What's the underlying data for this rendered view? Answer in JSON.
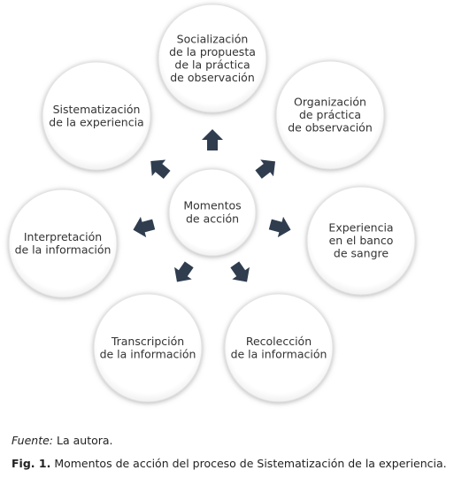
{
  "center": {
    "lines": [
      "Momentos",
      "de acción"
    ]
  },
  "nodes": [
    {
      "id": "socializacion",
      "lines": [
        "Socialización",
        "de la propuesta",
        "de la práctica",
        "de observación"
      ]
    },
    {
      "id": "organizacion",
      "lines": [
        "Organización",
        "de práctica",
        "de observación"
      ]
    },
    {
      "id": "experiencia-banco",
      "lines": [
        "Experiencia",
        "en el banco",
        "de sangre"
      ]
    },
    {
      "id": "recoleccion",
      "lines": [
        "Recolección",
        "de la información"
      ]
    },
    {
      "id": "transcripcion",
      "lines": [
        "Transcripción",
        "de la información"
      ]
    },
    {
      "id": "interpretacion",
      "lines": [
        "Interpretación",
        "de la información"
      ]
    },
    {
      "id": "sistematizacion",
      "lines": [
        "Sistematización",
        "de la experiencia"
      ]
    }
  ],
  "caption": {
    "source_label": "Fuente:",
    "source_text": "La autora.",
    "fig_label": "Fig. 1.",
    "fig_text": "Momentos de acción del proceso de Sistematización de la experiencia."
  },
  "colors": {
    "circle_fill": "#ffffff",
    "circle_shadow": "#c8c8c8",
    "arrow": "#2f3d4f",
    "text": "#333333"
  }
}
